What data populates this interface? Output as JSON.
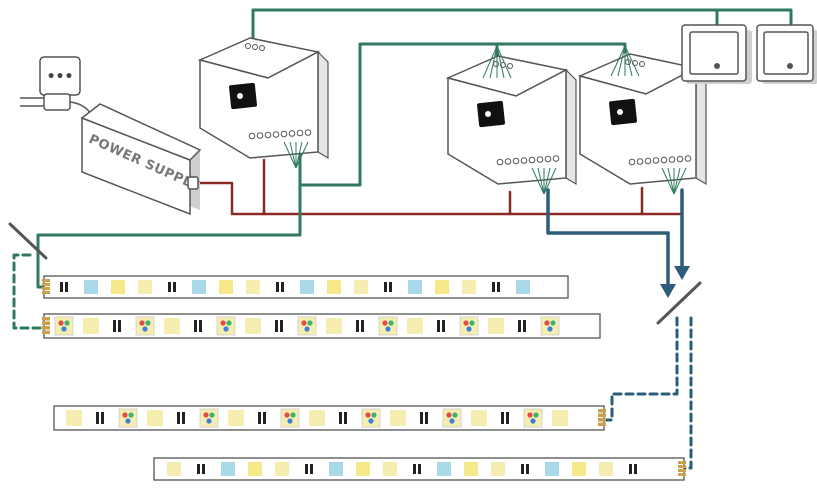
{
  "power_supply": {
    "label": "POWER SUPPLY"
  },
  "colors": {
    "outline": "#555555",
    "module_fill": "#ffffff",
    "module_side": "#e6e6e6",
    "box_shadow": "#cfcfcf",
    "power_wire": "#8b2a25",
    "control_wire": "#2f7a5f",
    "data_wire": "#2b5d7a",
    "strip_body": "#ffffff",
    "strip_edge": "#cccccc",
    "led_warm": "#f6eeb0",
    "led_cyan": "#a9d9e8",
    "led_yellow": "#f5e98a",
    "rgb_red": "#e14b4b",
    "rgb_green": "#3cb371",
    "rgb_blue": "#3f7fd9",
    "connector": "#caa24b"
  },
  "icons": [
    "wall-outlet-icon",
    "plug-icon",
    "controller-logo-icon",
    "wall-switch-icon",
    "rgb-led-icon"
  ],
  "strips": [
    {
      "name": "top-white-strip",
      "pattern": "W"
    },
    {
      "name": "top-rgb-strip",
      "pattern": "RGB"
    },
    {
      "name": "bottom-rgb-strip",
      "pattern": "RGB"
    },
    {
      "name": "bottom-white-strip",
      "pattern": "W"
    }
  ]
}
